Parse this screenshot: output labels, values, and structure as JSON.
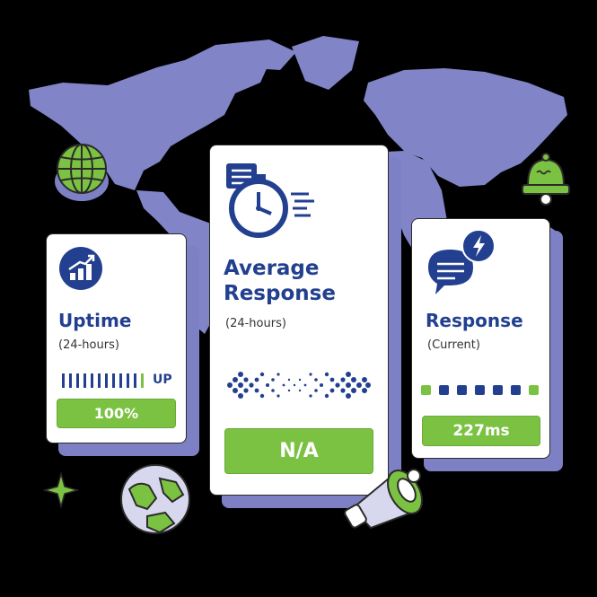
{
  "colors": {
    "navy": "#22408f",
    "green": "#7cc242",
    "map": "#8184c7",
    "shadow": "#7d80c4"
  },
  "uptime_card": {
    "icon": "bar-chart-up-icon",
    "title": "Uptime",
    "subtitle": "(24-hours)",
    "status_label": "UP",
    "value": "100%"
  },
  "average_card": {
    "icon": "stopwatch-icon",
    "title_line1": "Average",
    "title_line2": "Response",
    "subtitle": "(24-hours)",
    "value": "N/A"
  },
  "response_card": {
    "icon": "chat-lightning-icon",
    "title": "Response",
    "subtitle": "(Current)",
    "value": "227ms"
  },
  "decor_icons": [
    "globe-icon",
    "bell-icon",
    "earth-icon",
    "sparkle-icon",
    "megaphone-icon",
    "world-map"
  ]
}
